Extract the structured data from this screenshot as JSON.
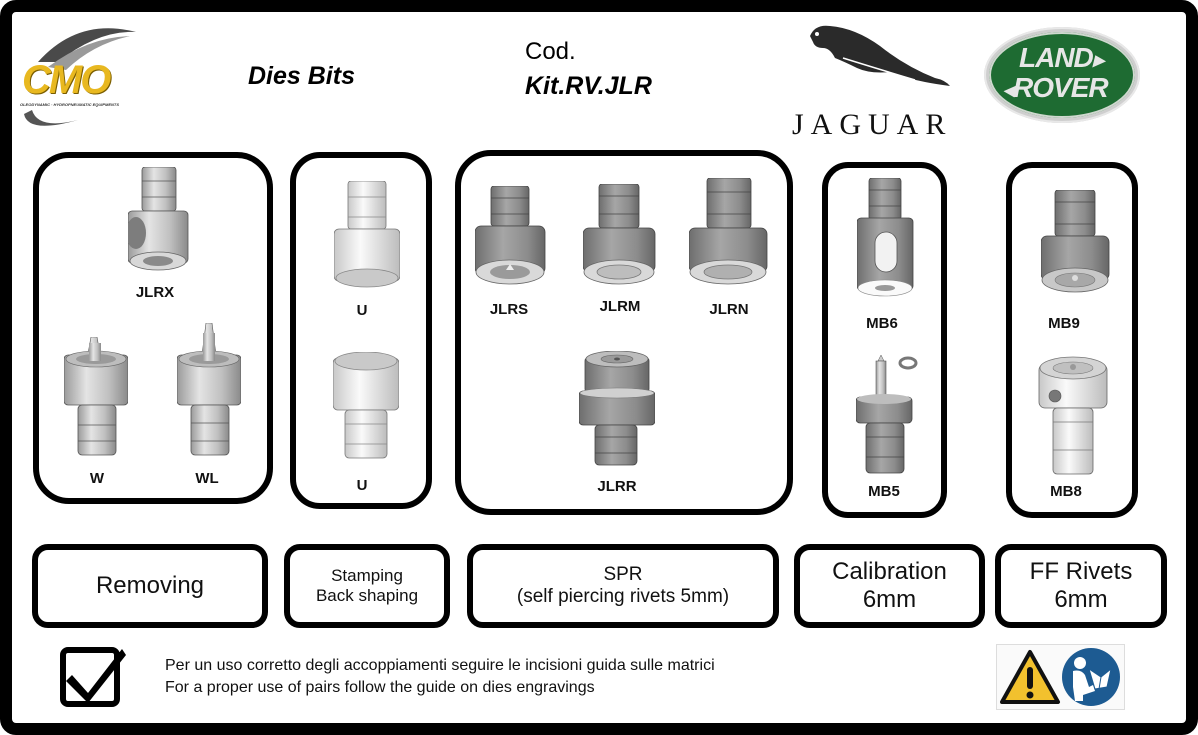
{
  "header": {
    "brand_logo": {
      "text": "CMO",
      "tagline": "OLEODYNAMIC · HYDROPNEUMATIC EQUIPMENTS"
    },
    "title": "Dies Bits",
    "code_label": "Cod.",
    "code_value": "Kit.RV.JLR",
    "jaguar_logo": {
      "text": "JAGUAR"
    },
    "landrover_logo": {
      "line1": "LAND",
      "line2": "ROVER",
      "color": "#1e6b32"
    }
  },
  "groups": [
    {
      "id": "removing",
      "parts": [
        "JLRX",
        "W",
        "WL"
      ],
      "label_lines": [
        "Removing"
      ]
    },
    {
      "id": "stamping",
      "parts": [
        "U",
        "U"
      ],
      "label_lines": [
        "Stamping",
        "Back shaping"
      ]
    },
    {
      "id": "spr",
      "parts": [
        "JLRS",
        "JLRM",
        "JLRN",
        "JLRR"
      ],
      "label_lines": [
        "SPR",
        "(self piercing rivets 5mm)"
      ]
    },
    {
      "id": "calibration",
      "parts": [
        "MB6",
        "MB5"
      ],
      "label_lines": [
        "Calibration",
        "6mm"
      ]
    },
    {
      "id": "ff-rivets",
      "parts": [
        "MB9",
        "MB8"
      ],
      "label_lines": [
        "FF Rivets",
        "6mm"
      ]
    }
  ],
  "footer": {
    "checkbox_icon": "checkbox-checked-icon",
    "note_it": "Per un uso corretto degli accoppiamenti seguire le incisioni guida sulle matrici",
    "note_en": "For a proper use of pairs follow the guide on dies engravings",
    "warning_icon": "warning-triangle-icon",
    "manual_icon": "read-manual-icon"
  },
  "colors": {
    "frame": "#000000",
    "cmo_yellow": "#e8b820",
    "warning_yellow": "#f2c12e",
    "manual_blue": "#1d5b92",
    "landrover_green": "#1e6b32"
  }
}
